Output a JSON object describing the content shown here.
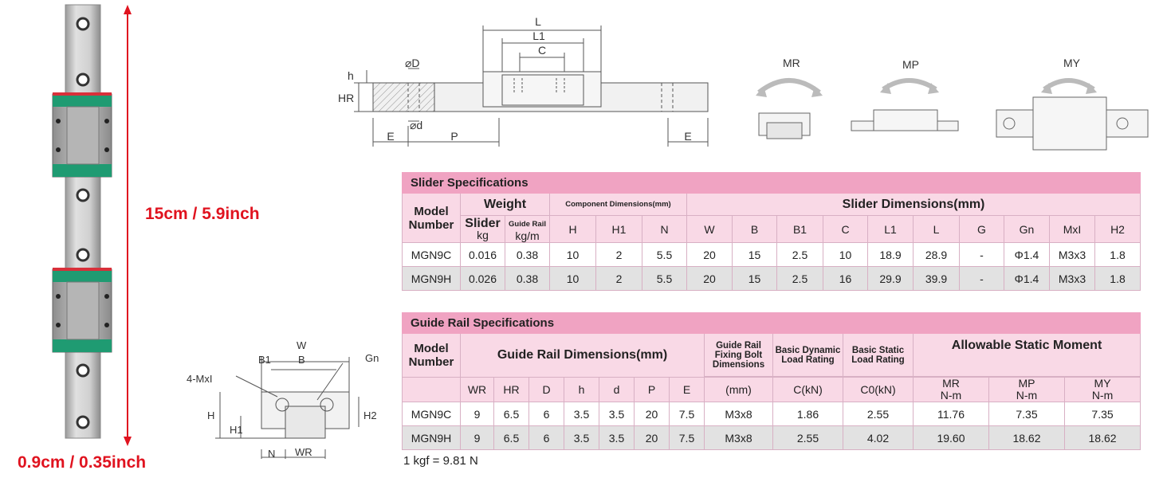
{
  "product_photo": {
    "length_label": "15cm / 5.9inch",
    "width_label": "0.9cm / 0.35inch"
  },
  "diagram_top": {
    "labels": {
      "L": "L",
      "L1": "L1",
      "C": "C",
      "D": "⌀D",
      "d": "⌀d",
      "h": "h",
      "HR": "HR",
      "E_left": "E",
      "P": "P",
      "E_right": "E"
    }
  },
  "moments_diagram": {
    "mr": "MR",
    "mp": "MP",
    "my": "MY"
  },
  "cross_section": {
    "labels": {
      "W": "W",
      "B1": "B1",
      "B": "B",
      "Gn": "Gn",
      "mxl": "4-MxI",
      "H": "H",
      "H1": "H1",
      "H2": "H2",
      "N": "N",
      "WR": "WR"
    }
  },
  "slider_table": {
    "title": "Slider Specifications",
    "model_header": "Model Number",
    "weight_header": "Weight",
    "slider_header": "Slider",
    "slider_unit": "kg",
    "guide_rail_header": "Guide Rail",
    "guide_rail_unit": "kg/m",
    "component_header": "Component Dimensions(mm)",
    "slider_dims_header": "Slider Dimensions(mm)",
    "columns": [
      "H",
      "H1",
      "N",
      "W",
      "B",
      "B1",
      "C",
      "L1",
      "L",
      "G",
      "Gn",
      "MxI",
      "H2"
    ],
    "rows": [
      [
        "MGN9C",
        "0.016",
        "0.38",
        "10",
        "2",
        "5.5",
        "20",
        "15",
        "2.5",
        "10",
        "18.9",
        "28.9",
        "-",
        "Φ1.4",
        "M3x3",
        "1.8"
      ],
      [
        "MGN9H",
        "0.026",
        "0.38",
        "10",
        "2",
        "5.5",
        "20",
        "15",
        "2.5",
        "16",
        "29.9",
        "39.9",
        "-",
        "Φ1.4",
        "M3x3",
        "1.8"
      ]
    ]
  },
  "rail_table": {
    "title": "Guide Rail Specifications",
    "model_header": "Model Number",
    "dims_header": "Guide Rail Dimensions(mm)",
    "bolt_header": "Guide Rail Fixing Bolt Dimensions",
    "dynamic_header": "Basic Dynamic Load Rating",
    "static_header": "Basic Static Load Rating",
    "moment_header": "Allowable Static Moment",
    "dim_columns": [
      "WR",
      "HR",
      "D",
      "h",
      "d",
      "P",
      "E"
    ],
    "bolt_unit": "(mm)",
    "dynamic_unit": "C(kN)",
    "static_unit": "C0(kN)",
    "moment_columns": [
      {
        "name": "MR",
        "unit": "N-m"
      },
      {
        "name": "MP",
        "unit": "N-m"
      },
      {
        "name": "MY",
        "unit": "N-m"
      }
    ],
    "rows": [
      [
        "MGN9C",
        "9",
        "6.5",
        "6",
        "3.5",
        "3.5",
        "20",
        "7.5",
        "M3x8",
        "1.86",
        "2.55",
        "11.76",
        "7.35",
        "7.35"
      ],
      [
        "MGN9H",
        "9",
        "6.5",
        "6",
        "3.5",
        "3.5",
        "20",
        "7.5",
        "M3x8",
        "2.55",
        "4.02",
        "19.60",
        "18.62",
        "18.62"
      ]
    ]
  },
  "footnote": "1 kgf = 9.81 N"
}
